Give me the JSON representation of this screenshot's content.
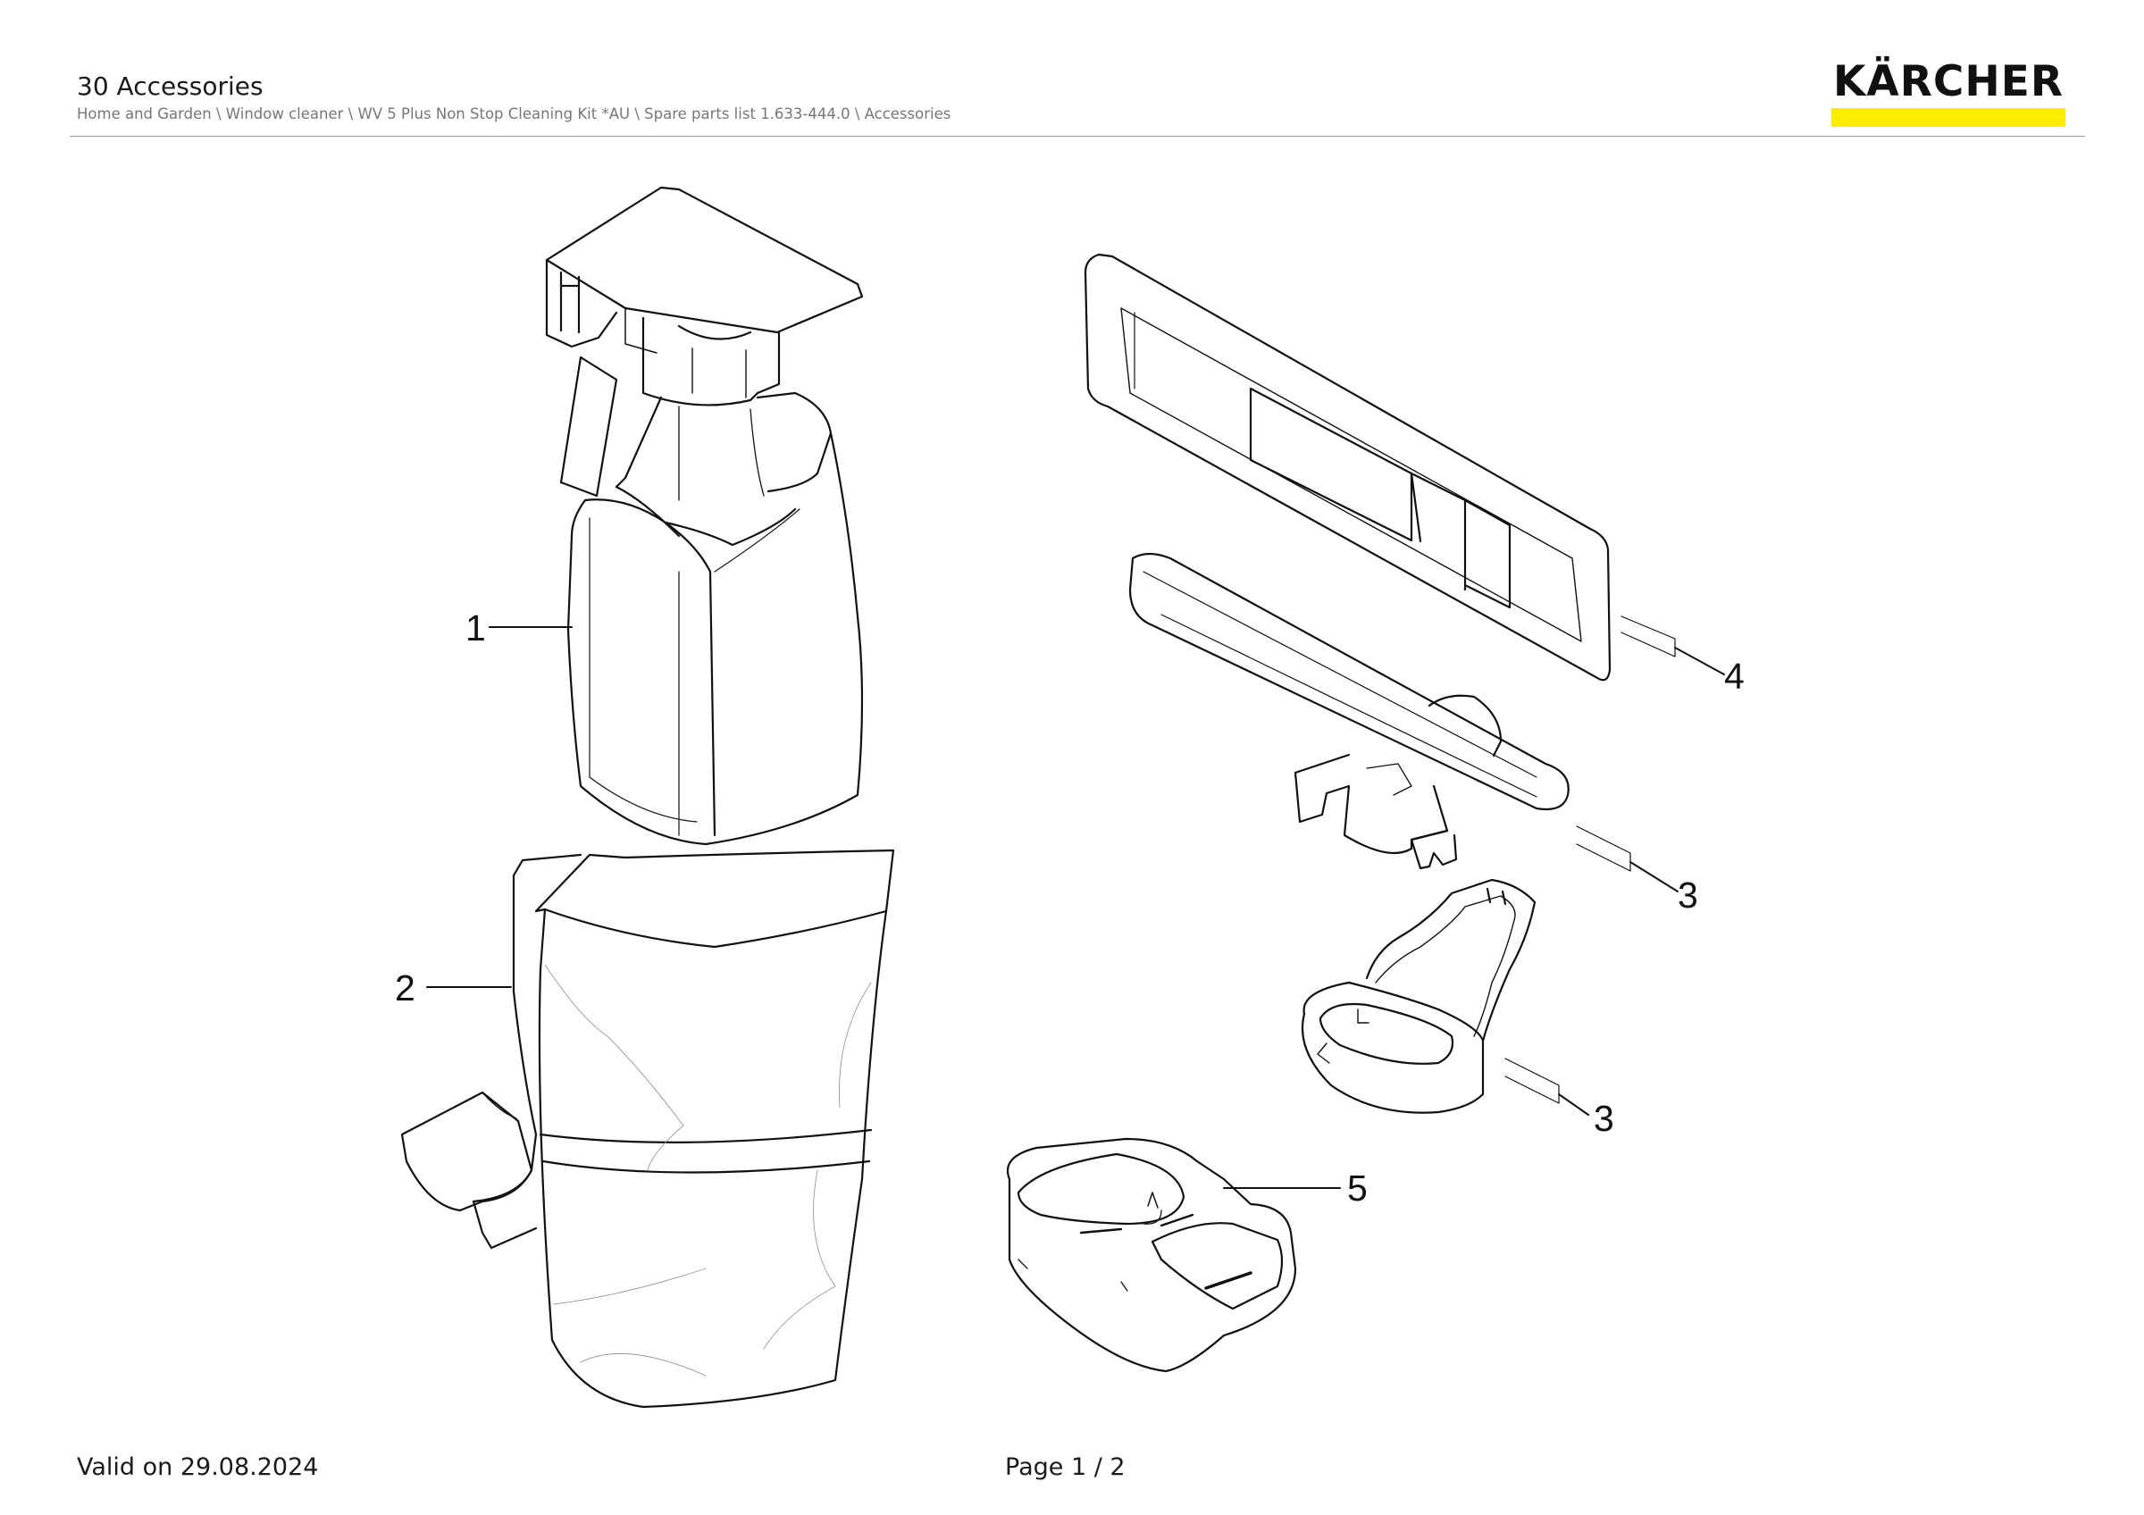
{
  "header": {
    "title": "30 Accessories",
    "breadcrumb": "Home and Garden \\ Window cleaner \\ WV 5 Plus Non Stop Cleaning Kit *AU \\ Spare parts list 1.633-444.0 \\ Accessories"
  },
  "logo": {
    "text": "KÄRCHER",
    "bar_color": "#FFED00"
  },
  "drawing": {
    "callouts": [
      "1",
      "2",
      "3",
      "3",
      "4",
      "5"
    ],
    "parts": [
      "spray-bottle",
      "bag",
      "charger-holder",
      "wiping-pad-cover",
      "handle",
      "charging-station"
    ]
  },
  "footer": {
    "valid": "Valid on 29.08.2024",
    "page": "Page 1 / 2"
  }
}
